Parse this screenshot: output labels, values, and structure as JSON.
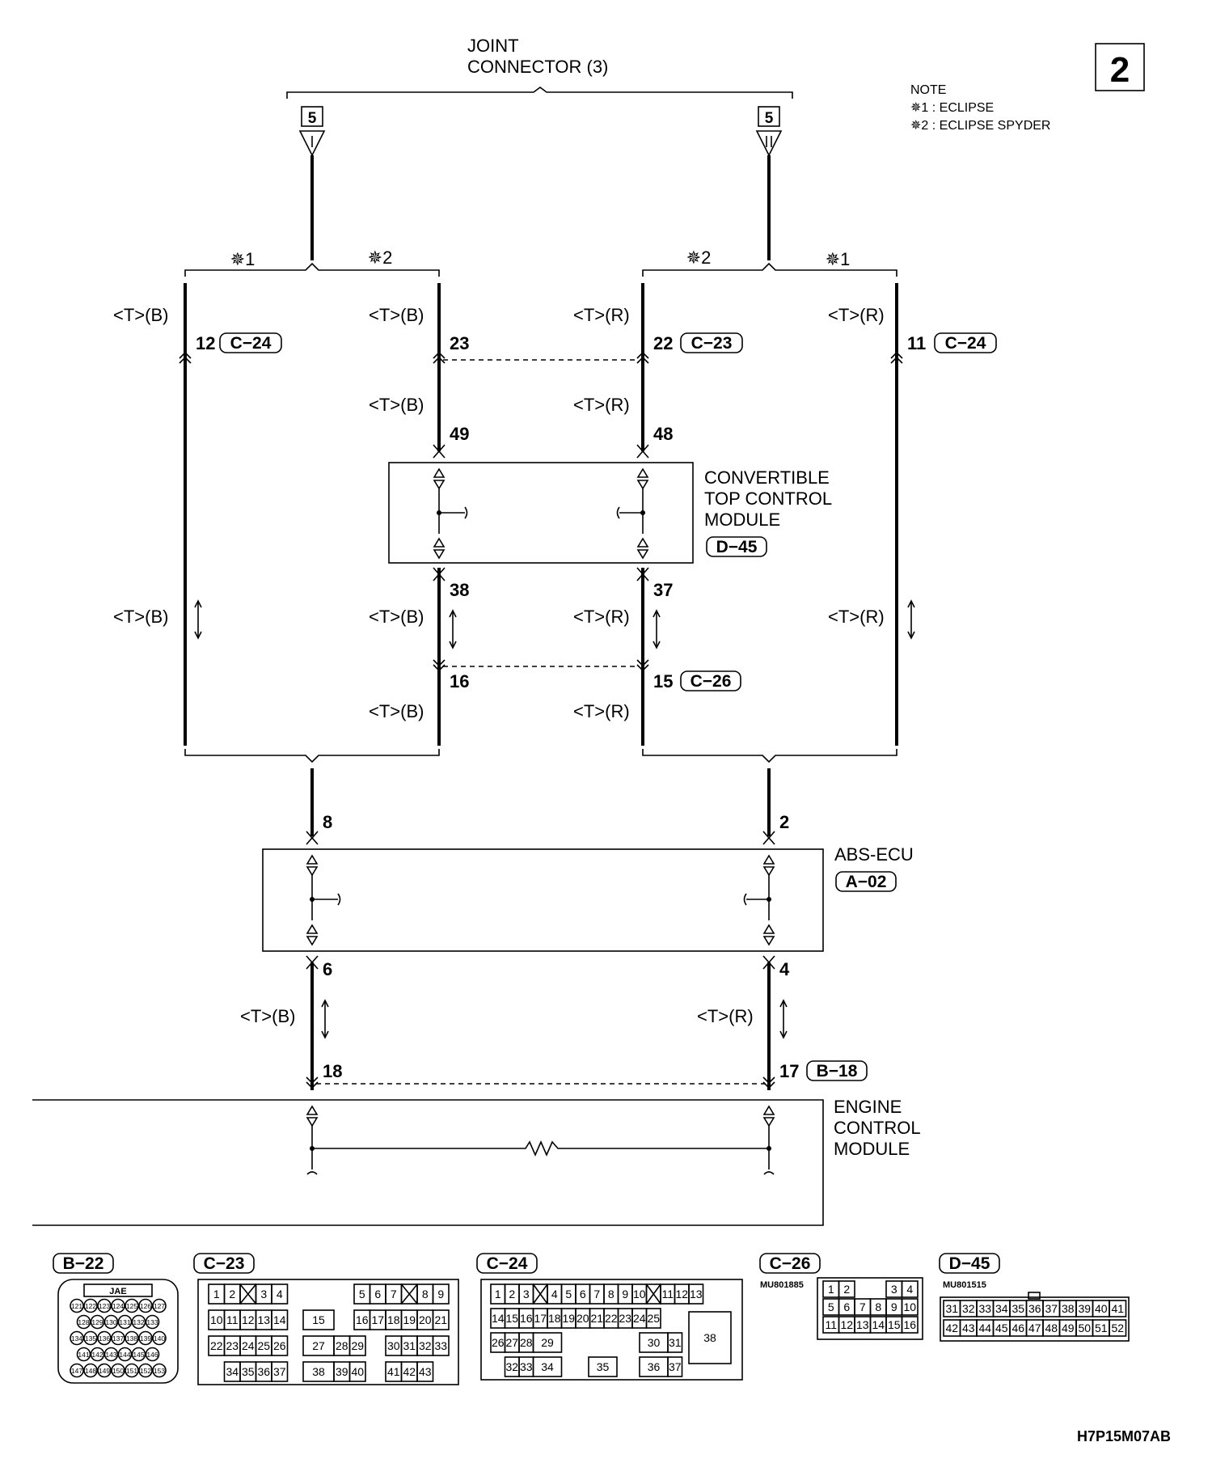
{
  "joint_connector": {
    "line1": "JOINT",
    "line2": "CONNECTOR (3)",
    "pin_left": "5",
    "pin_right": "5"
  },
  "page_number": "2",
  "note": {
    "title": "NOTE",
    "item1": "✵1 : ECLIPSE",
    "item2": "✵2 : ECLIPSE SPYDER"
  },
  "variant": {
    "s1": "✵1",
    "s2": "✵2"
  },
  "wire_colors": {
    "black": "<T>(B)",
    "red": "<T>(R)"
  },
  "pins": {
    "p12": "12",
    "p23": "23",
    "p22": "22",
    "p11": "11",
    "p49": "49",
    "p48": "48",
    "p38": "38",
    "p37": "37",
    "p16": "16",
    "p15": "15",
    "p8": "8",
    "p2": "2",
    "p6": "6",
    "p4": "4",
    "p18": "18",
    "p17": "17"
  },
  "connectors": {
    "c24": "C−24",
    "c23": "C−23",
    "c26": "C−26",
    "d45": "D−45",
    "a02": "A−02",
    "b18": "B−18",
    "b22": "B−22"
  },
  "modules": {
    "ctcm1": "CONVERTIBLE",
    "ctcm2": "TOP CONTROL",
    "ctcm3": "MODULE",
    "abs": "ABS-ECU",
    "ecm1": "ENGINE",
    "ecm2": "CONTROL",
    "ecm3": "MODULE"
  },
  "connector_views": {
    "b22_tag": "JAE",
    "c26_part": "MU801885",
    "d45_part": "MU801515",
    "b22_rows": [
      [
        "121",
        "122",
        "123",
        "124",
        "125",
        "126",
        "127"
      ],
      [
        "128",
        "129",
        "130",
        "131",
        "132",
        "133"
      ],
      [
        "134",
        "135",
        "136",
        "137",
        "138",
        "139",
        "140"
      ],
      [
        "141",
        "142",
        "143",
        "144",
        "145",
        "146"
      ],
      [
        "147",
        "148",
        "149",
        "150",
        "151",
        "152",
        "153"
      ]
    ],
    "c23_pins": [
      "1",
      "2",
      "3",
      "4",
      "5",
      "6",
      "7",
      "8",
      "9",
      "10",
      "11",
      "12",
      "13",
      "14",
      "15",
      "16",
      "17",
      "18",
      "19",
      "20",
      "21",
      "22",
      "23",
      "24",
      "25",
      "26",
      "27",
      "28",
      "29",
      "30",
      "31",
      "32",
      "33",
      "34",
      "35",
      "36",
      "37",
      "38",
      "39",
      "40",
      "41",
      "42",
      "43"
    ],
    "c24_pins": [
      "1",
      "2",
      "3",
      "4",
      "5",
      "6",
      "7",
      "8",
      "9",
      "10",
      "11",
      "12",
      "13",
      "14",
      "15",
      "16",
      "17",
      "18",
      "19",
      "20",
      "21",
      "22",
      "23",
      "24",
      "25",
      "26",
      "27",
      "28",
      "29",
      "30",
      "31",
      "32",
      "33",
      "34",
      "35",
      "36",
      "37",
      "38"
    ],
    "c26_rows": [
      [
        "1",
        "2",
        "3",
        "4"
      ],
      [
        "5",
        "6",
        "7",
        "8",
        "9",
        "10"
      ],
      [
        "11",
        "12",
        "13",
        "14",
        "15",
        "16"
      ]
    ],
    "d45_rows": [
      [
        "31",
        "32",
        "33",
        "34",
        "35",
        "36",
        "37",
        "38",
        "39",
        "40",
        "41"
      ],
      [
        "42",
        "43",
        "44",
        "45",
        "46",
        "47",
        "48",
        "49",
        "50",
        "51",
        "52"
      ]
    ]
  },
  "figure_id": "H7P15M07AB"
}
